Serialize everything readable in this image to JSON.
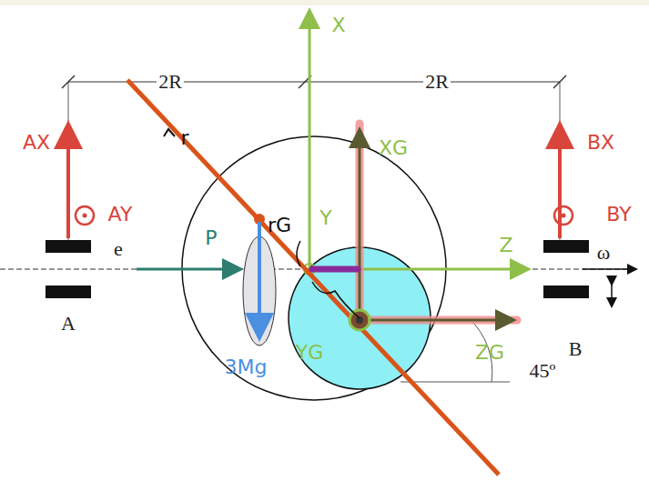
{
  "diagram": {
    "labels": [
      "2R",
      "2R",
      "X",
      "AX",
      "AY",
      "BX",
      "BY",
      "e",
      "A",
      "B",
      "ω",
      "45º",
      "P",
      "3Mg",
      "r",
      "rG",
      "Y",
      "Z",
      "XG",
      "YG",
      "ZG"
    ]
  }
}
